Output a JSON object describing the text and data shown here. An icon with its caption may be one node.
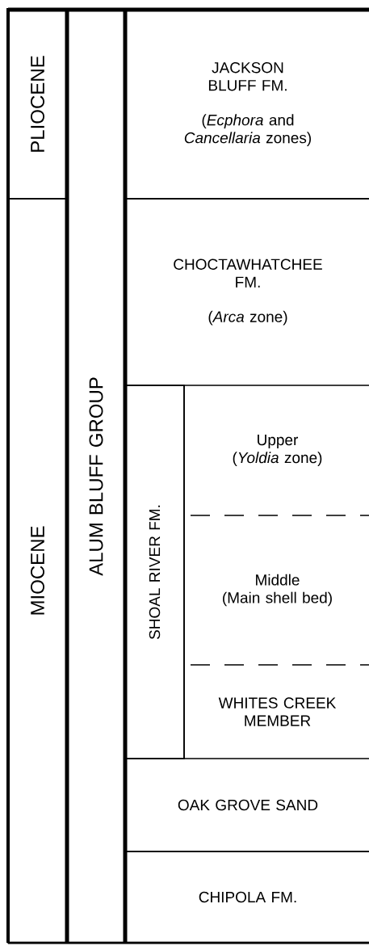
{
  "diagram": {
    "nodes": [
      {
        "text": [
          "PLIOCENE"
        ]
      },
      {
        "text": [
          "MIOCENE"
        ]
      },
      {
        "text": [
          "ALUM BLUFF GROUP"
        ]
      },
      {
        "text": [
          "JACKSON BLUFF FM.",
          "(*Ecphora* and *Cancellaria* zones)"
        ]
      },
      {
        "text": [
          "CHOCTAWHATCHEE FM.",
          "(*Arca* zone)"
        ]
      },
      {
        "text": [
          "SHOAL RIVER FM."
        ]
      },
      {
        "text": [
          "Upper",
          "(*Yoldia* zone)"
        ]
      },
      {
        "text": [
          "Middle",
          "(Main shell bed)"
        ]
      },
      {
        "text": [
          "WHITES CREEK MEMBER"
        ]
      },
      {
        "text": [
          "OAK GROVE SAND"
        ]
      },
      {
        "text": [
          "CHIPOLA FM."
        ]
      }
    ]
  }
}
